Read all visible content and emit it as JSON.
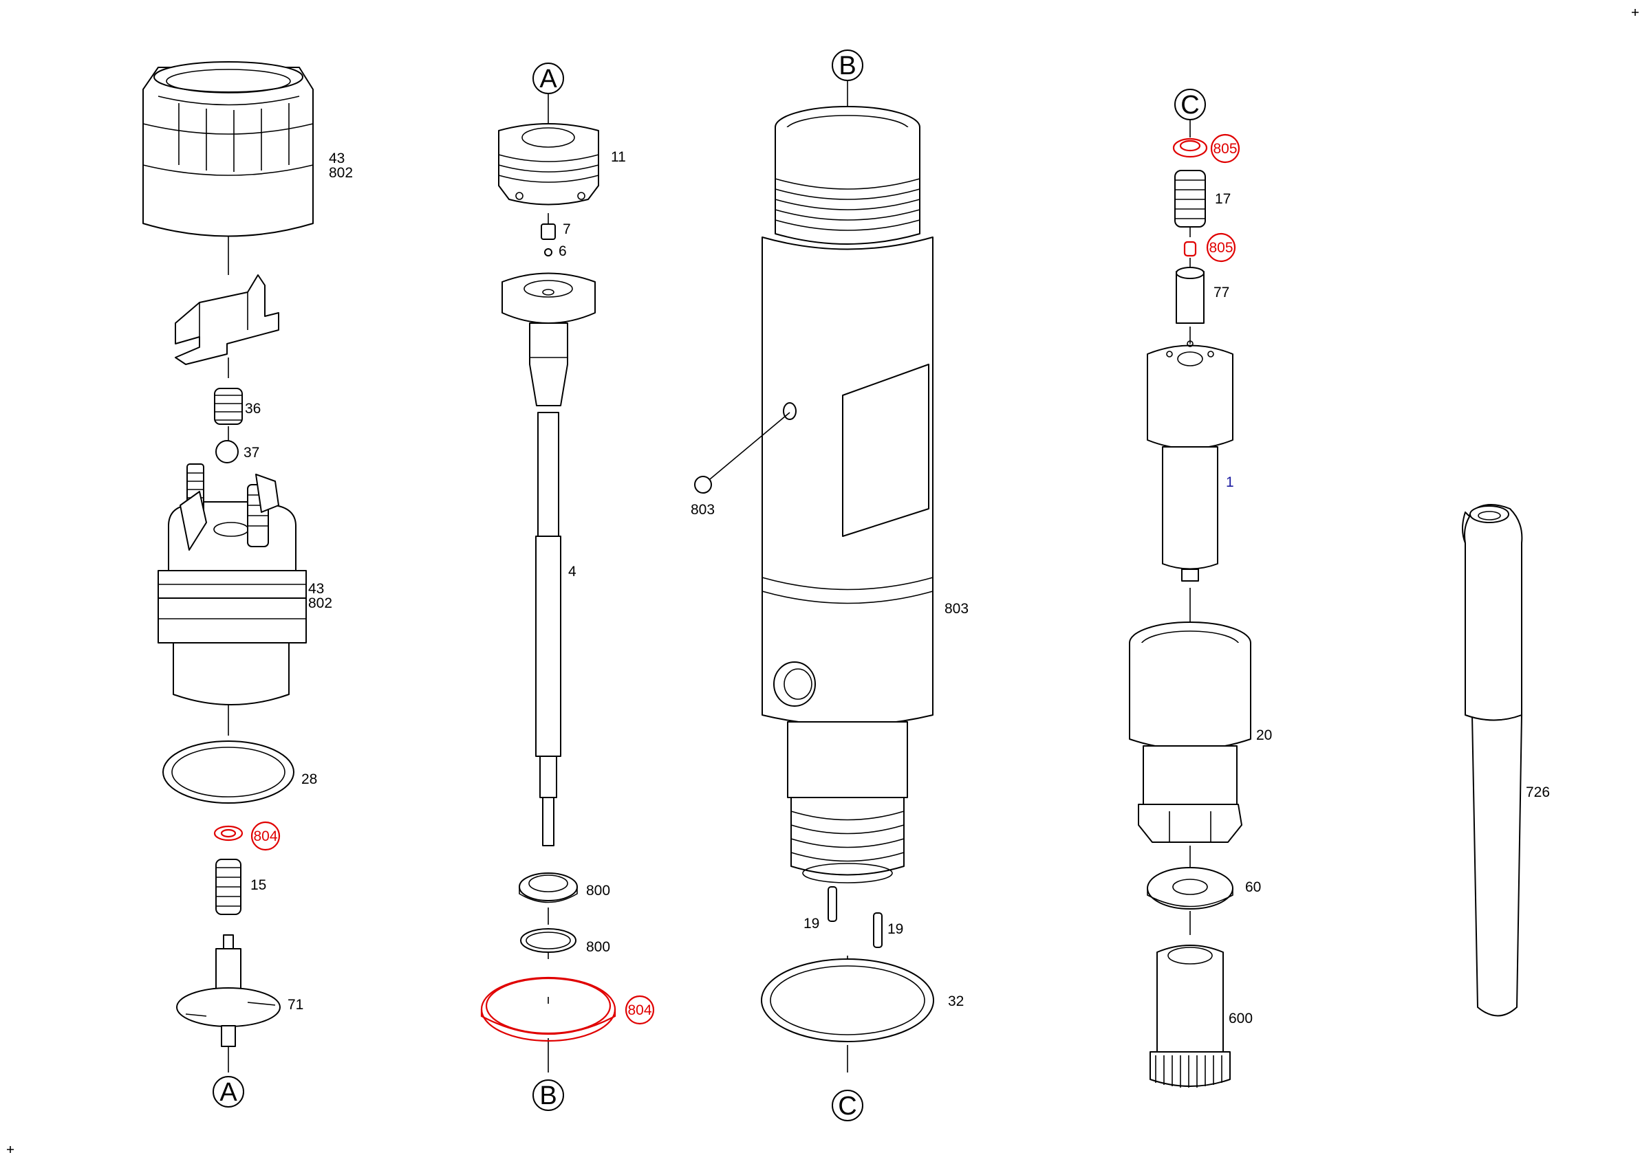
{
  "diagram": {
    "labels": {
      "l43a": "43",
      "l802a": "802",
      "l36": "36",
      "l37": "37",
      "l43b": "43",
      "l802b": "802",
      "l28": "28",
      "l804a": "804",
      "l15": "15",
      "l71": "71",
      "l11": "11",
      "l7": "7",
      "l6": "6",
      "l4": "4",
      "l800a": "800",
      "l800b": "800",
      "l804b": "804",
      "l803a": "803",
      "l803b": "803",
      "l19a": "19",
      "l19b": "19",
      "l32": "32",
      "l805a": "805",
      "l17": "17",
      "l805b": "805",
      "l77": "77",
      "l1": "1",
      "l20": "20",
      "l60": "60",
      "l600": "600",
      "l726": "726"
    },
    "connectors": {
      "a_top": "A",
      "a_bottom": "A",
      "b_top": "B",
      "b_bottom": "B",
      "c_top": "C",
      "c_bottom": "C"
    },
    "colors": {
      "line": "#000000",
      "highlight": "#e00000",
      "part_number_blue": "#1a1aa0",
      "background": "#ffffff"
    }
  }
}
